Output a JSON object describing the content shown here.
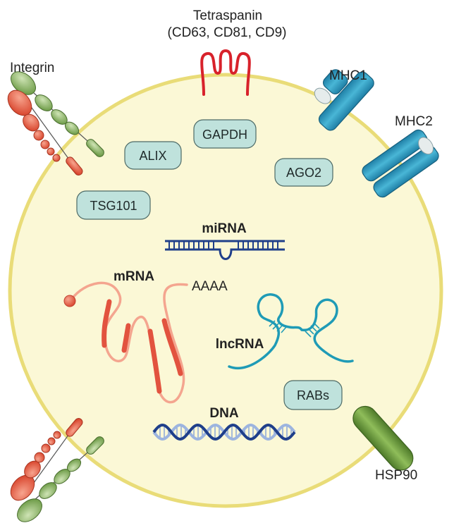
{
  "labels": {
    "tetraspanin": "Tetraspanin",
    "tetraspanin_members": "(CD63, CD81, CD9)",
    "integrin": "Integrin",
    "mhc1": "MHC1",
    "mhc2": "MHC2",
    "hsp90": "HSP90",
    "mirna": "miRNA",
    "mrna": "mRNA",
    "polya": "AAAA",
    "lncrna": "lncRNA",
    "dna": "DNA"
  },
  "proteins": {
    "gapdh": "GAPDH",
    "alix": "ALIX",
    "ago2": "AGO2",
    "tsg101": "TSG101",
    "rabs": "RABs"
  },
  "colors": {
    "vesicle_fill": "#fbf8d6",
    "vesicle_stroke": "#e9dc78",
    "protein_box": "#bfe2dc",
    "navy": "#1f3f8a",
    "rna_red": "#e2533f",
    "rna_light": "#f4a58f",
    "lnc_teal": "#1f9bb6",
    "mhc_blue": "#2f9cc2",
    "hsp_green": "#6f9a3c",
    "tetra_red": "#d8222b",
    "integrin_red": "#e05a44",
    "integrin_green": "#8cb66a"
  }
}
